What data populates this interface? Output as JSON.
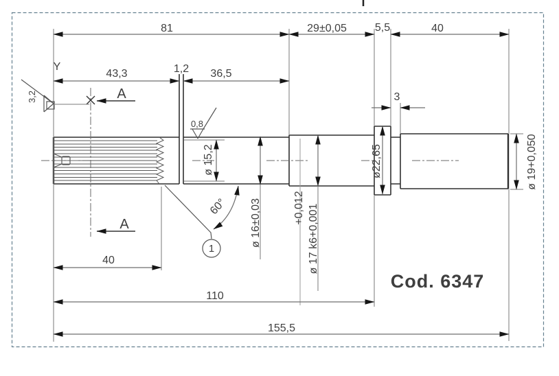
{
  "labels": {
    "len_81": "81",
    "len_29": "29±0,05",
    "len_5_5": "5,5",
    "len_40_top": "40",
    "len_43_3": "43,3",
    "len_1_2": "1,2",
    "len_36_5": "36,5",
    "len_3": "3",
    "dia_15_2": "ø 15,2",
    "dia_16": "ø 16±0,03",
    "dia_17_tol_upper": "+0,012",
    "dia_17": "ø 17 k6+0,001",
    "dia_22_65": "ø22,65",
    "dia_19": "ø 19+0,050",
    "angle_60": "60°",
    "balloon_1": "1",
    "section_a_top": "A",
    "section_a_bottom": "A",
    "axis_y": "Y",
    "rough_3_2": "3,2",
    "rough_0_8": "0,8",
    "len_40_bottom": "40",
    "len_110": "110",
    "len_155_5": "155,5",
    "code": "Cod. 6347"
  },
  "colors": {
    "code_blue": "#0b0bd0",
    "border": "#64808f"
  }
}
